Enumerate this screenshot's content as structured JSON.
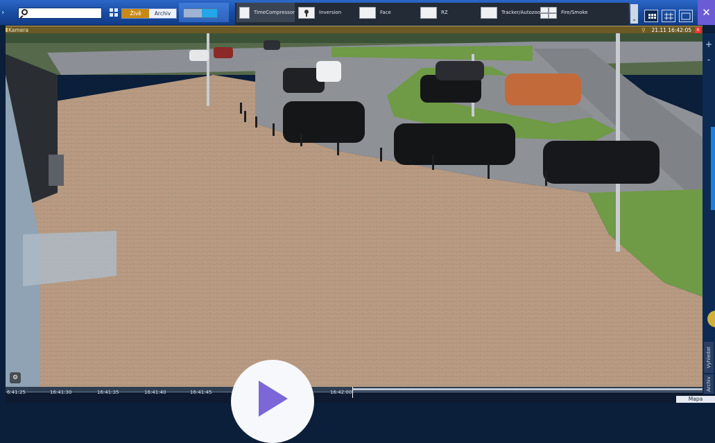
{
  "search": {
    "value": "",
    "placeholder": ""
  },
  "mode": {
    "live_label": "Živě",
    "archive_label": "Archiv"
  },
  "camera_tabs": [
    {
      "label": "TimeCompressor"
    },
    {
      "label": "Inversion"
    },
    {
      "label": "Face"
    },
    {
      "label": "RZ"
    },
    {
      "label": "Tracker/Autozoom"
    },
    {
      "label": "Fire/Smoke"
    }
  ],
  "camera": {
    "title": "Kamera",
    "datetime": "21.11 16:42:05",
    "rec_badge": "R"
  },
  "side_rail": {
    "search_label": "Vyhledat",
    "archive_label": "Archiv",
    "zoom_in": "+",
    "zoom_out": "-"
  },
  "timeline": {
    "labels": [
      "6:41:25",
      "16:41:30",
      "16:41:35",
      "16:41:40",
      "16:41:45",
      "16:42:00"
    ]
  },
  "map_button": "Mapa",
  "colors": {
    "toolbar": "#1f56b0",
    "live_active": "#c88a17",
    "camera_header": "#6b5a26",
    "accent_purple": "#6b5cd6"
  },
  "icons": {
    "search": "search-icon",
    "settings": "wrench-icon",
    "play": "play-icon"
  }
}
